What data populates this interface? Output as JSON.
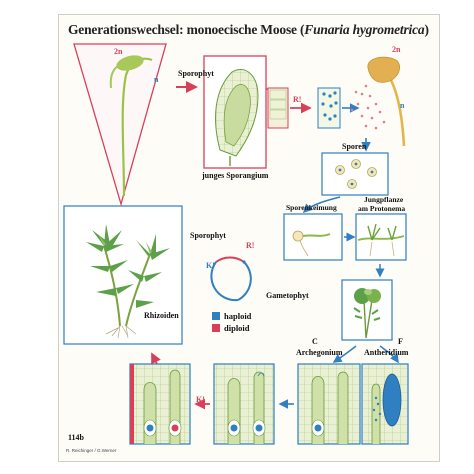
{
  "title": {
    "main": "Generationswechsel: monoecische Moose (",
    "species": "Funaria hygrometrica",
    "close": ")"
  },
  "labels": {
    "sporophyt_top": "Sporophyt",
    "junges_sporangium": "junges Sporangium",
    "sporen": "Sporen",
    "sporenkeimung": "Sporenkeimung",
    "jungpflanze": "Jungpflanze",
    "am_protonema": "am Protonema",
    "rhizoiden": "Rhizoiden",
    "sporophyt_cycle": "Sporophyt",
    "gametophyt": "Gametophyt",
    "archegonium": "Archegonium",
    "antheridium": "Antheridium",
    "c": "C",
    "f": "F",
    "r_mid": "R!",
    "r_cycle": "R!",
    "k_cycle": "K!",
    "k_bottom": "K!",
    "two_n_left": "2n",
    "two_n_right": "2n",
    "n_left": "n",
    "n_right": "n",
    "panel_id": "114b",
    "credits": "R. Reichinger / G.Werner"
  },
  "legend": [
    {
      "label": "haploid",
      "color": "#2f7fc1"
    },
    {
      "label": "diploid",
      "color": "#d8405a"
    }
  ],
  "colors": {
    "haploid": "#2f7fc1",
    "diploid": "#d8405a",
    "plant_green": "#4f9a3a",
    "frame": "#ffffff",
    "arrow_blue": "#2f7fc1",
    "arrow_red": "#d8405a"
  }
}
